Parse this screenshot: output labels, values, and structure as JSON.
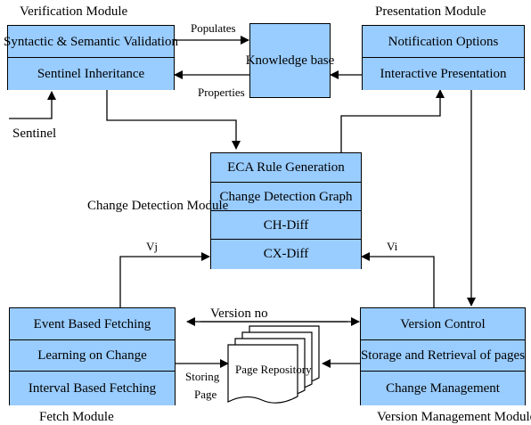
{
  "verification_module": {
    "title": "Verification Module",
    "items": [
      "Syntactic & Semantic Validation",
      "Sentinel Inheritance"
    ],
    "input_label": "Sentinel"
  },
  "presentation_module": {
    "title": "Presentation Module",
    "items": [
      "Notification Options",
      "Interactive Presentation"
    ]
  },
  "knowledge_base": {
    "label": "Knowledge base"
  },
  "change_detection_module": {
    "title": "Change Detection Module",
    "items": [
      "ECA Rule Generation",
      "Change Detection Graph",
      "CH-Diff",
      "CX-Diff"
    ]
  },
  "fetch_module": {
    "title": "Fetch Module",
    "items": [
      "Event Based Fetching",
      "Learning on Change",
      "Interval Based Fetching"
    ]
  },
  "version_management_module": {
    "title": "Version Management Module",
    "items": [
      "Version Control",
      "Storage and Retrieval of pages",
      "Change Management"
    ]
  },
  "page_repository": {
    "label": "Page Repository"
  },
  "edge_labels": {
    "populates": "Populates",
    "properties": "Properties",
    "vj": "Vj",
    "vi": "Vi",
    "version_no": "Version no",
    "storing_page": [
      "Storing",
      "Page"
    ]
  }
}
